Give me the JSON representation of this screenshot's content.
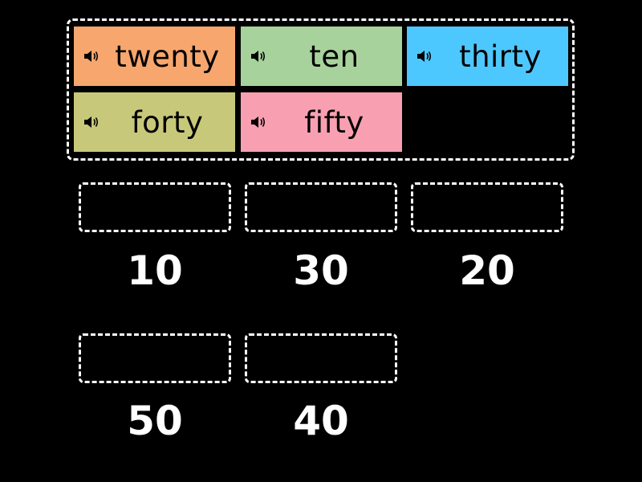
{
  "colors": {
    "background": "#000000",
    "twenty": "#f7a66e",
    "ten": "#a8d29b",
    "thirty": "#4dc8ff",
    "forty": "#c8c87a",
    "fifty": "#f8a0b2"
  },
  "tiles": [
    {
      "label": "twenty",
      "icon": "speaker-icon"
    },
    {
      "label": "ten",
      "icon": "speaker-icon"
    },
    {
      "label": "thirty",
      "icon": "speaker-icon"
    },
    {
      "label": "forty",
      "icon": "speaker-icon"
    },
    {
      "label": "fifty",
      "icon": "speaker-icon"
    }
  ],
  "targets": [
    {
      "number": "10"
    },
    {
      "number": "30"
    },
    {
      "number": "20"
    },
    {
      "number": "50"
    },
    {
      "number": "40"
    }
  ]
}
